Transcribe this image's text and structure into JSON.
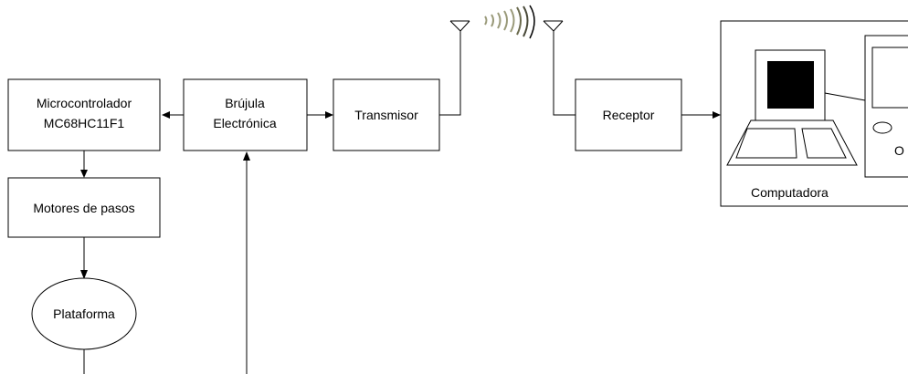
{
  "blocks": {
    "microcontroller": {
      "line1": "Microcontrolador",
      "line2": "MC68HC11F1"
    },
    "compass": {
      "line1": "Brújula",
      "line2": "Electrónica"
    },
    "transmitter": "Transmisor",
    "receiver": "Receptor",
    "motors": "Motores de pasos",
    "platform": "Plataforma",
    "computer": "Computadora",
    "computer_side_glyph": "O"
  },
  "colors": {
    "line": "#000000",
    "signal_wave": "#9a9a7a",
    "monitor_screen": "#000000"
  },
  "icons": [
    "antenna-icon",
    "radio-signal-icon",
    "computer-icon"
  ]
}
